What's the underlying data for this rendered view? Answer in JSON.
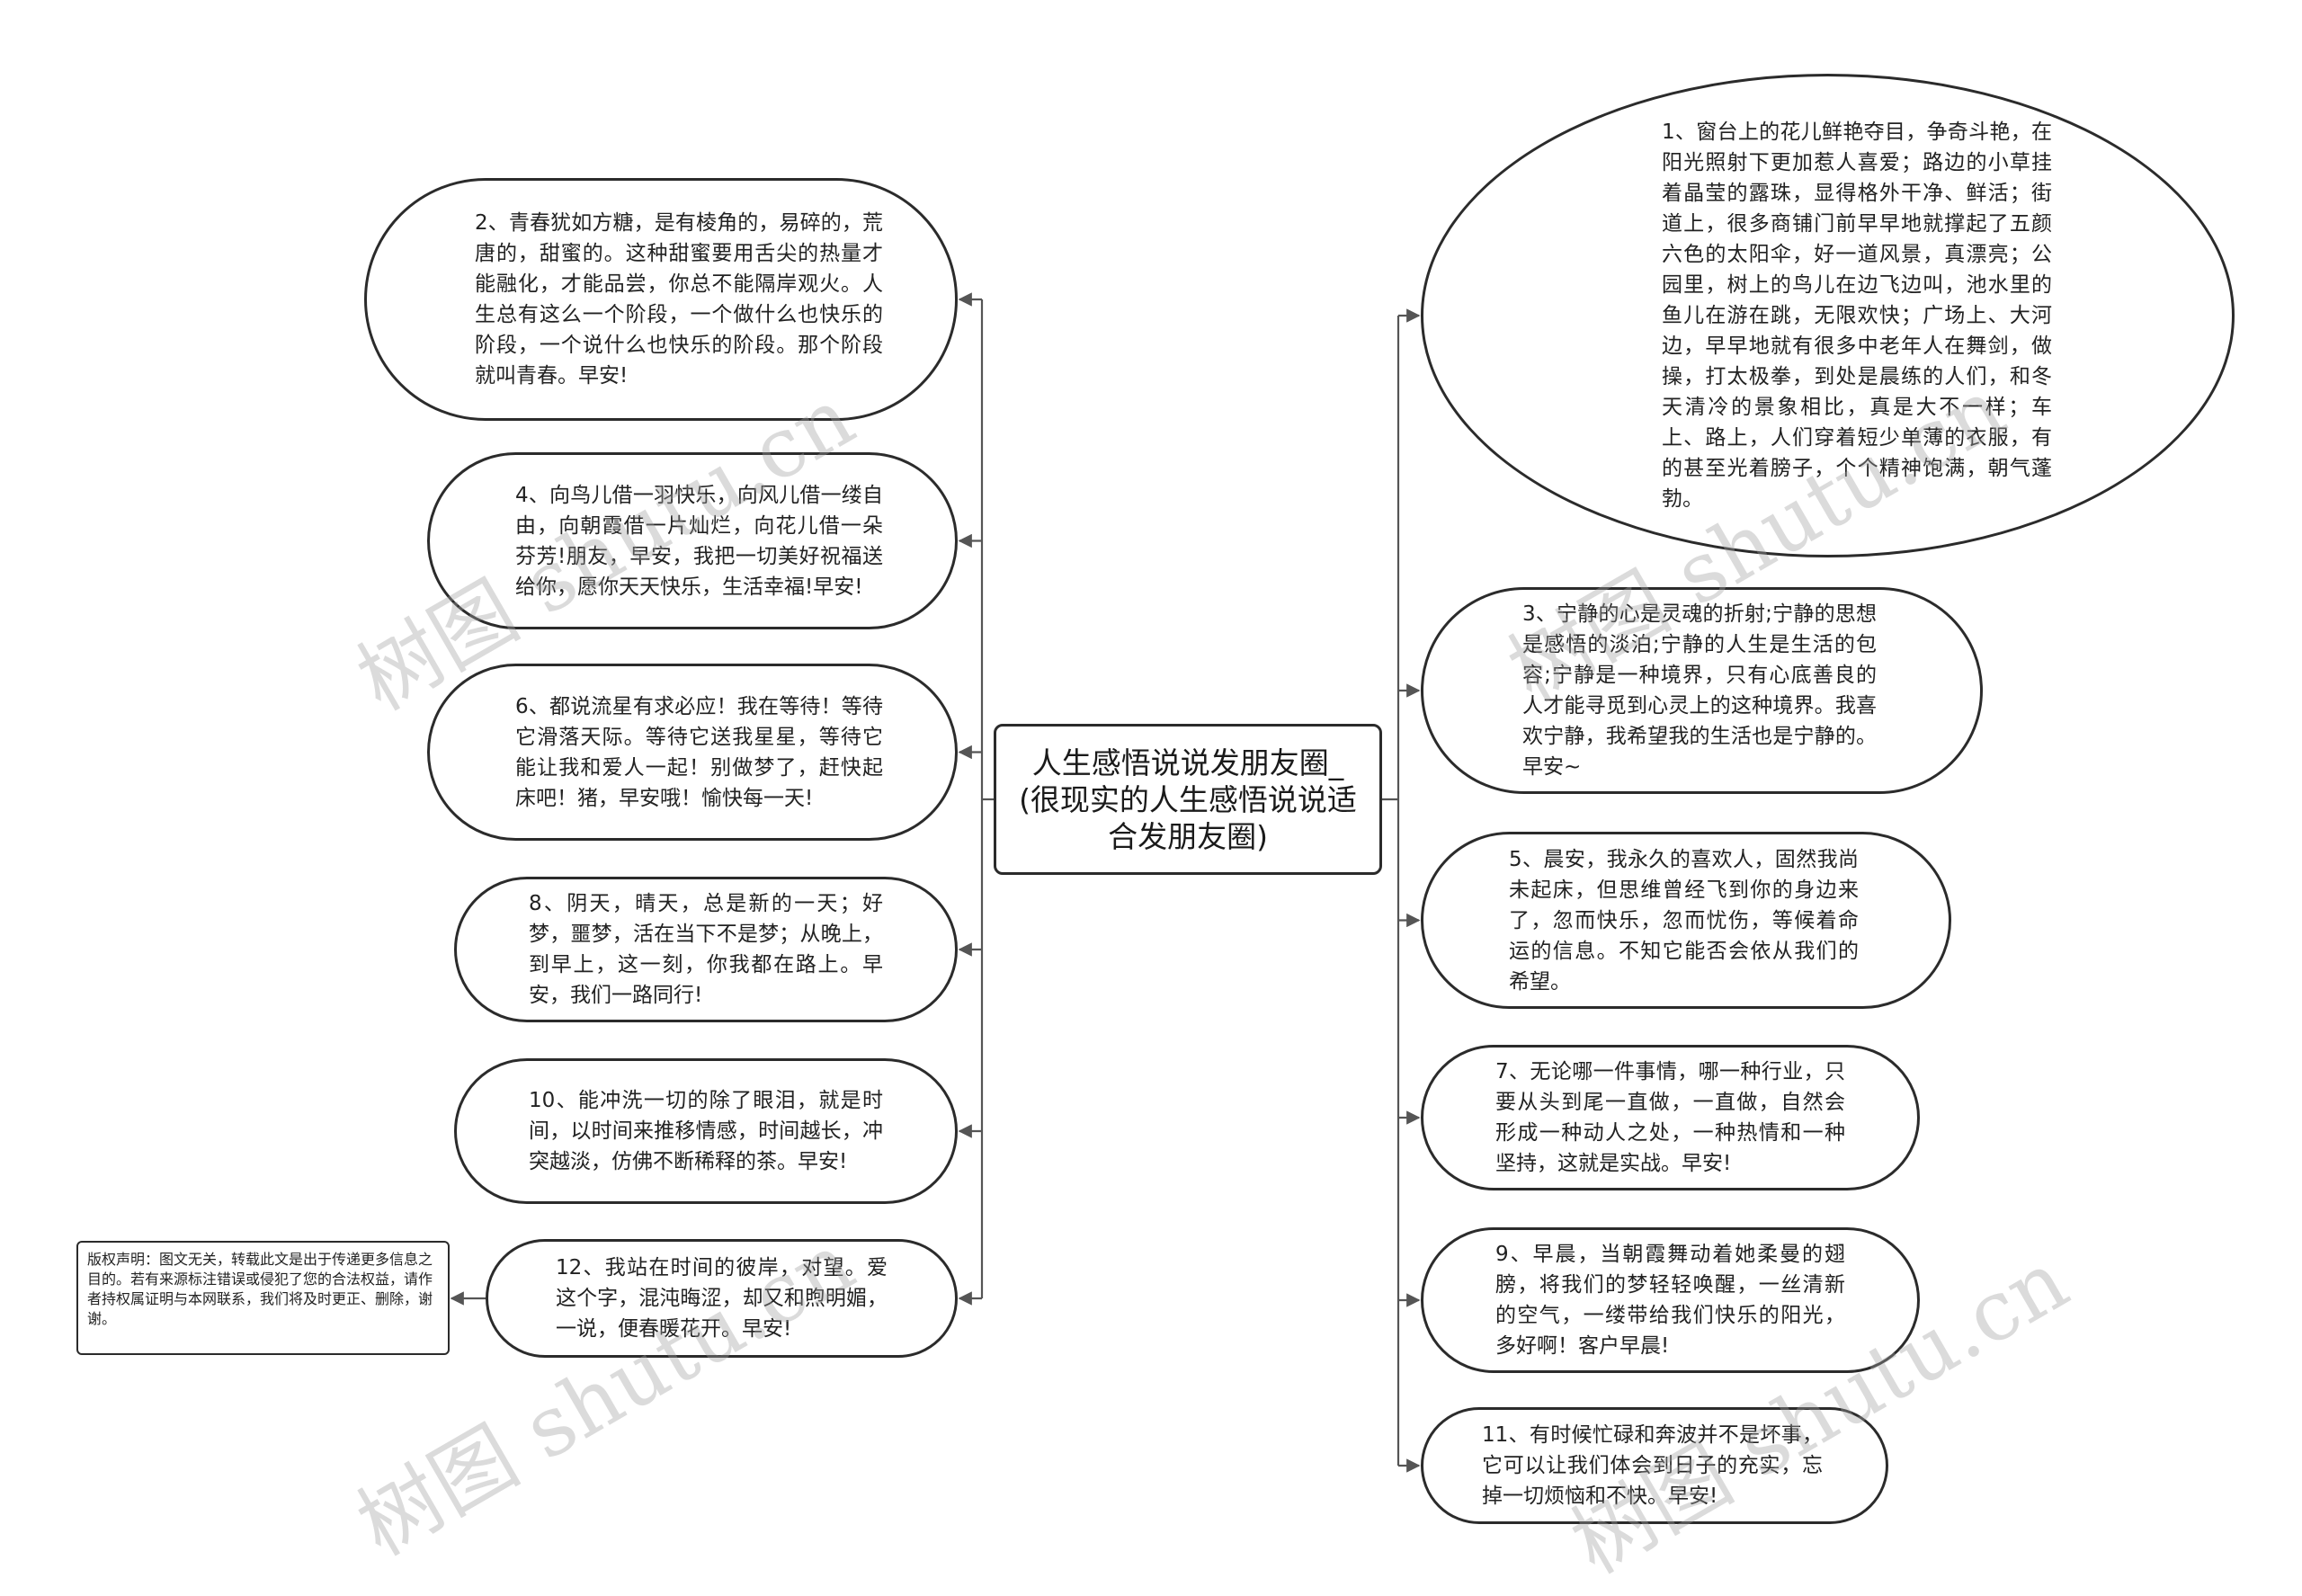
{
  "root": {
    "label": "人生感悟说说发朋友圈_(很现实的人生感悟说说适合发朋友圈)"
  },
  "left_nodes": [
    {
      "id": "2",
      "text": "2、青春犹如方糖，是有棱角的，易碎的，荒唐的，甜蜜的。这种甜蜜要用舌尖的热量才能融化，才能品尝，你总不能隔岸观火。人生总有这么一个阶段，一个做什么也快乐的阶段，一个说什么也快乐的阶段。那个阶段就叫青春。早安!"
    },
    {
      "id": "4",
      "text": "4、向鸟儿借一羽快乐，向风儿借一缕自由，向朝霞借一片灿烂，向花儿借一朵芬芳!朋友，早安，我把一切美好祝福送给你，愿你天天快乐，生活幸福!早安!"
    },
    {
      "id": "6",
      "text": "6、都说流星有求必应！我在等待！等待它滑落天际。等待它送我星星，等待它能让我和爱人一起！别做梦了，赶快起床吧！猪，早安哦！愉快每一天!"
    },
    {
      "id": "8",
      "text": "8、阴天，晴天，总是新的一天；好梦，噩梦，活在当下不是梦；从晚上，到早上，这一刻，你我都在路上。早安，我们一路同行!"
    },
    {
      "id": "10",
      "text": "10、能冲洗一切的除了眼泪，就是时间，以时间来推移情感，时间越长，冲突越淡，仿佛不断稀释的茶。早安!"
    },
    {
      "id": "12",
      "text": "12、我站在时间的彼岸，对望。爱这个字，混沌晦涩，却又和煦明媚，一说，便春暖花开。早安!"
    }
  ],
  "right_nodes": [
    {
      "id": "1",
      "text": "1、窗台上的花儿鲜艳夺目，争奇斗艳，在阳光照射下更加惹人喜爱；路边的小草挂着晶莹的露珠，显得格外干净、鲜活；街道上，很多商铺门前早早地就撑起了五颜六色的太阳伞，好一道风景，真漂亮；公园里，树上的鸟儿在边飞边叫，池水里的鱼儿在游在跳，无限欢快；广场上、大河边，早早地就有很多中老年人在舞剑，做操，打太极拳，到处是晨练的人们，和冬天清冷的景象相比，真是大不一样；车上、路上，人们穿着短少单薄的衣服，有的甚至光着膀子，个个精神饱满，朝气蓬勃。"
    },
    {
      "id": "3",
      "text": "3、宁静的心是灵魂的折射;宁静的思想是感悟的淡泊;宁静的人生是生活的包容;宁静是一种境界，只有心底善良的人才能寻觅到心灵上的这种境界。我喜欢宁静，我希望我的生活也是宁静的。早安~"
    },
    {
      "id": "5",
      "text": "5、晨安，我永久的喜欢人，固然我尚未起床，但思维曾经飞到你的身边来了，忽而快乐，忽而忧伤，等候着命运的信息。不知它能否会依从我们的希望。"
    },
    {
      "id": "7",
      "text": "7、无论哪一件事情，哪一种行业，只要从头到尾一直做，一直做，自然会形成一种动人之处，一种热情和一种坚持，这就是实战。早安!"
    },
    {
      "id": "9",
      "text": "9、早晨，当朝霞舞动着她柔曼的翅膀，将我们的梦轻轻唤醒，一丝清新的空气，一缕带给我们快乐的阳光，多好啊！客户早晨!"
    },
    {
      "id": "11",
      "text": "11、有时候忙碌和奔波并不是坏事，它可以让我们体会到日子的充实，忘掉一切烦恼和不快。早安!"
    }
  ],
  "note": {
    "text": "版权声明：图文无关，转载此文是出于传递更多信息之目的。若有来源标注错误或侵犯了您的合法权益，请作者持权属证明与本网联系，我们将及时更正、删除，谢谢。"
  },
  "watermark": {
    "text": "树图 shutu.cn"
  },
  "colors": {
    "line": "#555555",
    "border": "#2b2b2b",
    "text": "#222222"
  }
}
